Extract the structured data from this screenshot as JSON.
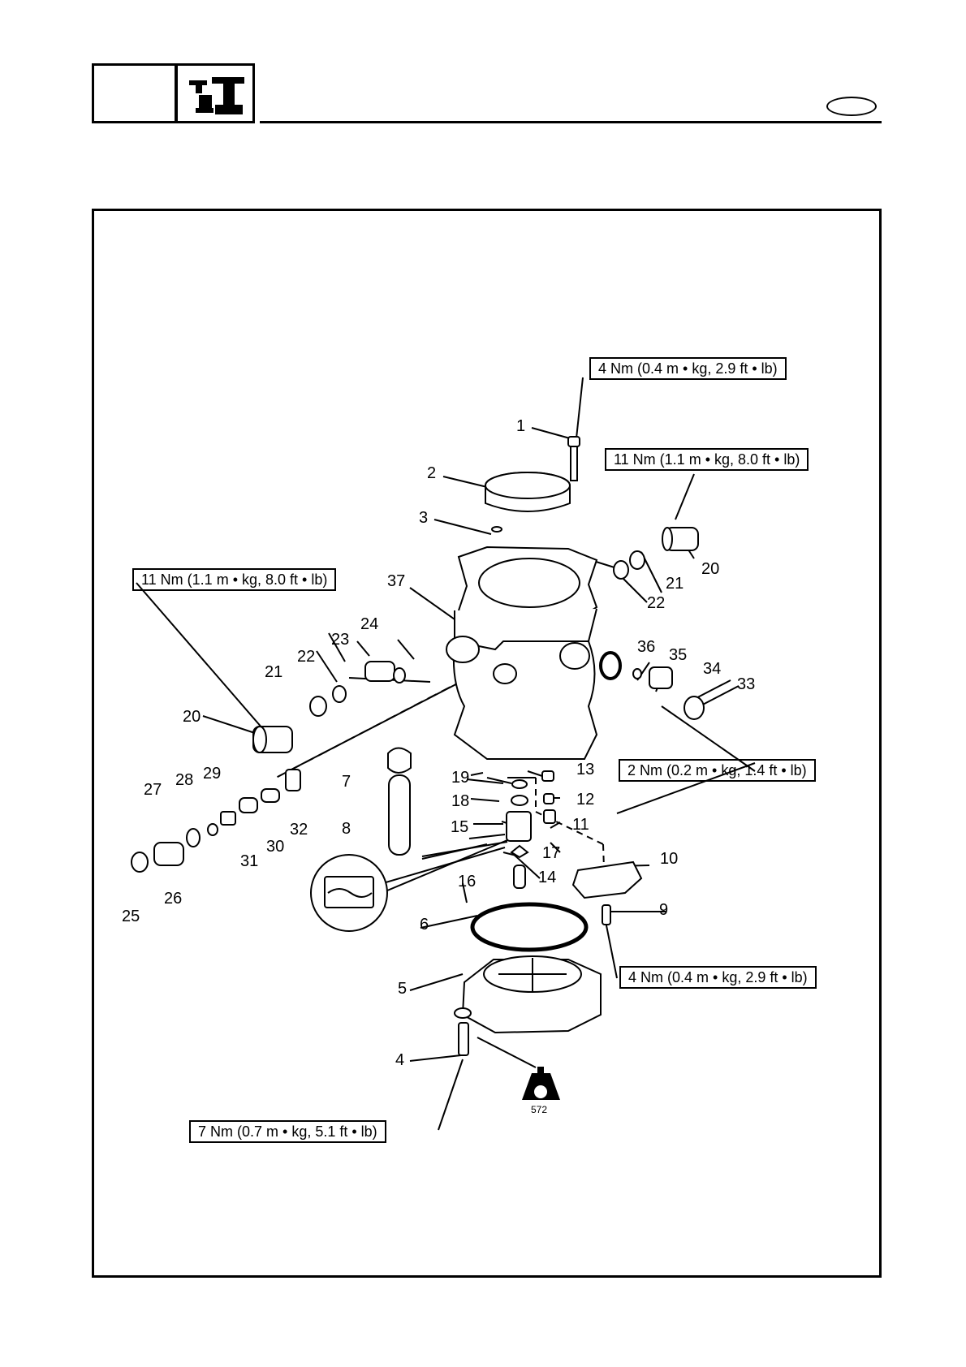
{
  "torque_labels": {
    "t1": "4 Nm (0.4 m • kg, 2.9 ft • lb)",
    "t2": "11 Nm (1.1 m • kg, 8.0 ft • lb)",
    "t3": "11 Nm (1.1 m • kg, 8.0 ft • lb)",
    "t4": "2 Nm (0.2 m • kg, 1.4 ft • lb)",
    "t5": "4 Nm (0.4 m • kg, 2.9 ft • lb)",
    "t6": "7 Nm (0.7 m • kg, 5.1 ft • lb)"
  },
  "sealant": {
    "icon": "loctite-icon",
    "code": "572"
  },
  "parts": {
    "p1": "1",
    "p2": "2",
    "p3": "3",
    "p4": "4",
    "p5": "5",
    "p6": "6",
    "p7": "7",
    "p8": "8",
    "p9": "9",
    "p10": "10",
    "p11": "11",
    "p12": "12",
    "p13": "13",
    "p14": "14",
    "p15": "15",
    "p16": "16",
    "p17": "17",
    "p18": "18",
    "p19": "19",
    "p20a": "20",
    "p20b": "20",
    "p21a": "21",
    "p21b": "21",
    "p22a": "22",
    "p22b": "22",
    "p23": "23",
    "p24": "24",
    "p25": "25",
    "p26": "26",
    "p27": "27",
    "p28": "28",
    "p29": "29",
    "p30": "30",
    "p31": "31",
    "p32": "32",
    "p33": "33",
    "p34": "34",
    "p35": "35",
    "p36": "36",
    "p37": "37"
  }
}
